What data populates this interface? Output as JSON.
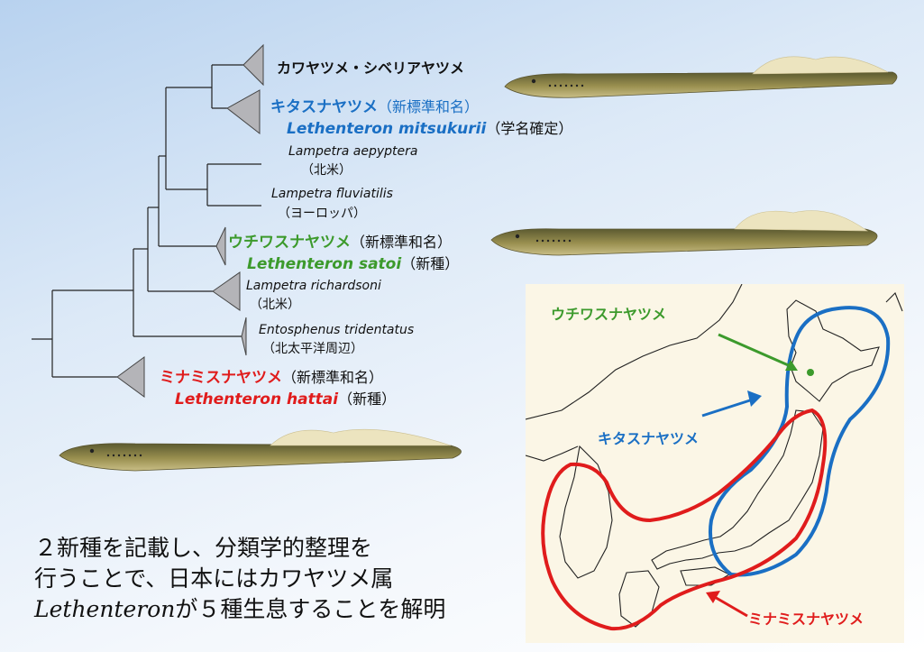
{
  "tree": {
    "kawa": "カワヤツメ・シベリアヤツメ",
    "kita_jp": "キタスナヤツメ",
    "kita_note": "（新標準和名）",
    "kita_lat": "Lethenteron mitsukurii",
    "kita_lat_note": "（学名確定）",
    "aepyptera": "Lampetra aepyptera",
    "aepyptera_region": "（北米）",
    "fluviatilis": "Lampetra fluviatilis",
    "fluviatilis_region": "（ヨーロッパ）",
    "uchi_jp": "ウチワスナヤツメ",
    "uchi_note": "（新標準和名）",
    "uchi_lat": "Lethenteron satoi",
    "uchi_lat_note": "（新種）",
    "richardsoni": "Lampetra richardsoni",
    "richardsoni_region": "（北米）",
    "tridentatus": "Entosphenus tridentatus",
    "tridentatus_region": "（北太平洋周辺）",
    "minami_jp": "ミナミスナヤツメ",
    "minami_note": "（新標準和名）",
    "minami_lat": "Lethenteron hattai",
    "minami_lat_note": "（新種）"
  },
  "caption": {
    "line1": "２新種を記載し、分類学的整理を",
    "line2": "行うことで、日本にはカワヤツメ属",
    "line3_genus": "Lethenteron",
    "line3_rest": "が５種生息することを解明"
  },
  "map": {
    "uchi_label": "ウチワスナヤツメ",
    "kita_label": "キタスナヤツメ",
    "minami_label": "ミナミスナヤツメ"
  },
  "colors": {
    "blue": "#1a6fc4",
    "green": "#3c9a2c",
    "red": "#e01c1c",
    "triangle": "#b4b4b8"
  }
}
